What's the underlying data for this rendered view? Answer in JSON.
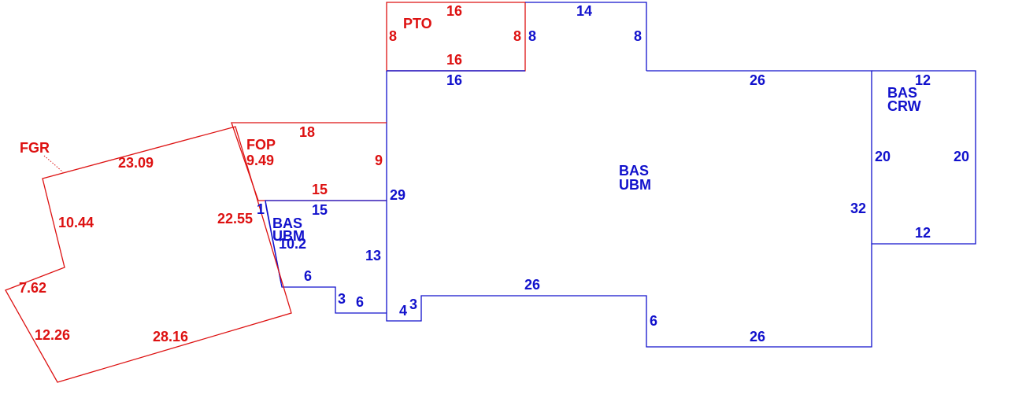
{
  "colors": {
    "red": "#dd1111",
    "blue": "#1111cc"
  },
  "areas": {
    "pto": {
      "name": "PTO",
      "top": "16",
      "left": "8",
      "right": "8",
      "bottom": "16"
    },
    "upper_box": {
      "top": "14",
      "left": "8",
      "right": "8"
    },
    "main": {
      "line1": "BAS",
      "line2": "UBM",
      "top_16": "16",
      "top_26": "26",
      "left_29": "29",
      "left_13": "13",
      "right_32": "32",
      "bottom_26a": "26",
      "step_6": "6",
      "bottom_26b": "26",
      "notch_4": "4",
      "notch_3": "3"
    },
    "crw": {
      "line1": "BAS",
      "line2": "CRW",
      "top": "12",
      "left": "20",
      "right": "20",
      "bottom": "12"
    },
    "fop": {
      "name": "FOP",
      "top": "18",
      "slant": "9.49",
      "right": "9",
      "bottom": "15"
    },
    "small_bas": {
      "line1": "BAS",
      "line2": "UBM",
      "top": "15",
      "short": "1",
      "slant": "10.2",
      "bottom_6a": "6",
      "step_3": "3",
      "bottom_6b": "6"
    },
    "fgr": {
      "name": "FGR",
      "top": "23.09",
      "left_upper": "10.44",
      "right": "22.55",
      "left_mid": "7.62",
      "left_lower": "12.26",
      "bottom": "28.16"
    }
  }
}
